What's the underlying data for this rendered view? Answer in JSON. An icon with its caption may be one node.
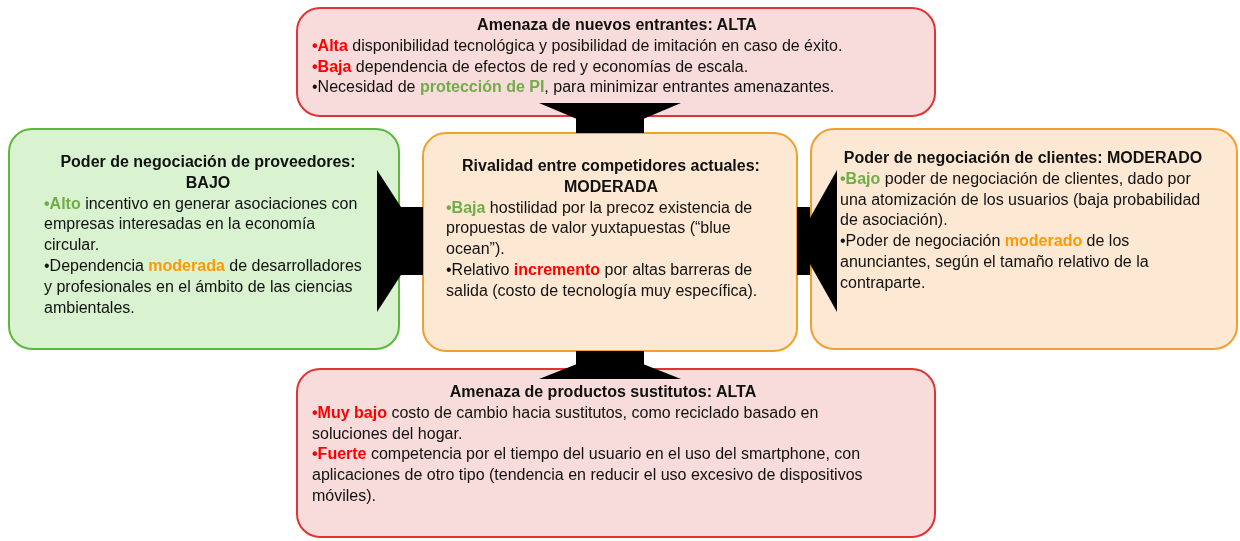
{
  "diagram": {
    "nodes": [
      {
        "text": [
          "Amenaza de nuevos entrantes:  ALTA",
          "**•Alta** disponibilidad tecnológica y posibilidad de imitación en caso de éxito.",
          "**•Baja** dependencia de efectos de red y economías de escala.",
          "•Necesidad de **protección de PI**, para minimizar entrantes amenazantes."
        ]
      },
      {
        "text": [
          "Poder de negociación de proveedores: BAJO",
          "**•Alto** incentivo en generar asociaciones con empresas interesadas en la economía circular.",
          "•Dependencia **moderada** de desarrolladores y profesionales en el ámbito de las ciencias ambientales."
        ]
      },
      {
        "text": [
          "Rivalidad entre competidores actuales:  MODERADA",
          "**•Baja** hostilidad por la precoz existencia de propuestas de valor yuxtapuestas (“blue ocean”).",
          "•Relativo **incremento** por altas barreras de salida (costo de tecnología muy específica)."
        ]
      },
      {
        "text": [
          "Poder de negociación de clientes: MODERADO",
          "**•Bajo** poder de negociación de clientes, dado por una atomización de los usuarios (baja probabilidad de asociación).",
          "•Poder de negociación **moderado** de los anunciantes, según el tamaño relativo de la contraparte."
        ]
      },
      {
        "text": [
          "Amenaza de productos sustitutos: ALTA",
          "**•Muy bajo** costo de cambio hacia sustitutos, como reciclado basado en soluciones del hogar.",
          "**•Fuerte** competencia por el tiempo del usuario en el uso del smartphone, con aplicaciones de otro tipo (tendencia en reducir el uso excesivo de dispositivos móviles)."
        ]
      }
    ],
    "edges": [
      {
        "from": 0,
        "to": 2,
        "arrow": "to"
      },
      {
        "from": 1,
        "to": 2,
        "arrow": "to"
      },
      {
        "from": 3,
        "to": 2,
        "arrow": "to"
      },
      {
        "from": 4,
        "to": 2,
        "arrow": "to"
      }
    ]
  }
}
